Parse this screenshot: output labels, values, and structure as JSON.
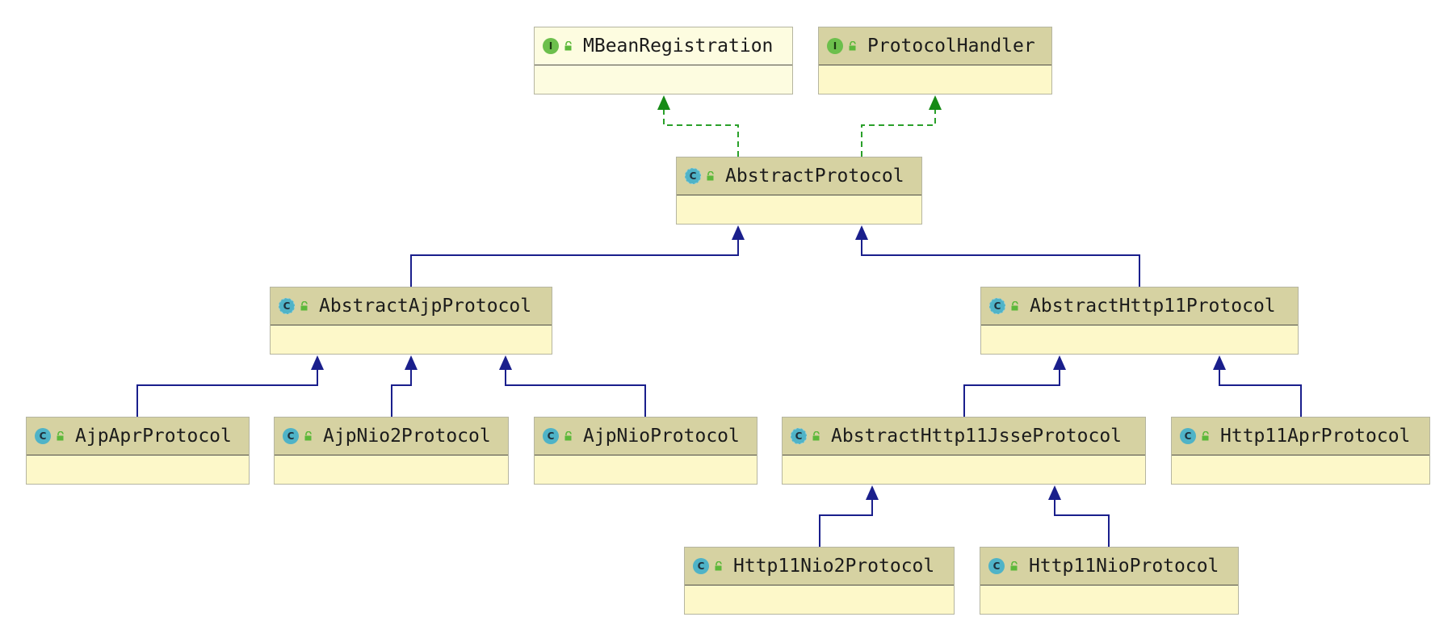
{
  "nodes": [
    {
      "id": "mbeanregistration",
      "label": "MBeanRegistration",
      "kind": "interface",
      "kind_letter": "I",
      "highlight": true
    },
    {
      "id": "protocolhandler",
      "label": "ProtocolHandler",
      "kind": "interface",
      "kind_letter": "I"
    },
    {
      "id": "abstractprotocol",
      "label": "AbstractProtocol",
      "kind": "abstract",
      "kind_letter": "C"
    },
    {
      "id": "abstractajpprotocol",
      "label": "AbstractAjpProtocol",
      "kind": "abstract",
      "kind_letter": "C"
    },
    {
      "id": "abstracthttp11protocol",
      "label": "AbstractHttp11Protocol",
      "kind": "abstract",
      "kind_letter": "C"
    },
    {
      "id": "ajpaprprotocol",
      "label": "AjpAprProtocol",
      "kind": "class",
      "kind_letter": "C"
    },
    {
      "id": "ajpnio2protocol",
      "label": "AjpNio2Protocol",
      "kind": "class",
      "kind_letter": "C"
    },
    {
      "id": "ajpnioprotocol",
      "label": "AjpNioProtocol",
      "kind": "class",
      "kind_letter": "C"
    },
    {
      "id": "abstracthttp11jsseprotocol",
      "label": "AbstractHttp11JsseProtocol",
      "kind": "abstract",
      "kind_letter": "C"
    },
    {
      "id": "http11aprprotocol",
      "label": "Http11AprProtocol",
      "kind": "class",
      "kind_letter": "C"
    },
    {
      "id": "http11nio2protocol",
      "label": "Http11Nio2Protocol",
      "kind": "class",
      "kind_letter": "C"
    },
    {
      "id": "http11nioprotocol",
      "label": "Http11NioProtocol",
      "kind": "class",
      "kind_letter": "C"
    }
  ],
  "edges": [
    {
      "from": "abstractprotocol",
      "to": "mbeanregistration",
      "type": "implements"
    },
    {
      "from": "abstractprotocol",
      "to": "protocolhandler",
      "type": "implements"
    },
    {
      "from": "abstractajpprotocol",
      "to": "abstractprotocol",
      "type": "extends"
    },
    {
      "from": "abstracthttp11protocol",
      "to": "abstractprotocol",
      "type": "extends"
    },
    {
      "from": "ajpaprprotocol",
      "to": "abstractajpprotocol",
      "type": "extends"
    },
    {
      "from": "ajpnio2protocol",
      "to": "abstractajpprotocol",
      "type": "extends"
    },
    {
      "from": "ajpnioprotocol",
      "to": "abstractajpprotocol",
      "type": "extends"
    },
    {
      "from": "abstracthttp11jsseprotocol",
      "to": "abstracthttp11protocol",
      "type": "extends"
    },
    {
      "from": "http11aprprotocol",
      "to": "abstracthttp11protocol",
      "type": "extends"
    },
    {
      "from": "http11nio2protocol",
      "to": "abstracthttp11jsseprotocol",
      "type": "extends"
    },
    {
      "from": "http11nioprotocol",
      "to": "abstracthttp11jsseprotocol",
      "type": "extends"
    }
  ],
  "colors": {
    "implements_edge": "#2aa02a",
    "implements_arrow": "#168a16",
    "extends_edge": "#1a1f8c",
    "header_fill": "#d6d2a2",
    "body_fill": "#fdf8c9",
    "highlight_fill": "#fdfce0",
    "class_icon": "#4fb3c7",
    "interface_icon": "#6cbf4c",
    "access_icon": "#5cb83a"
  },
  "icons": {
    "class": "class-c-icon",
    "interface": "interface-i-icon",
    "access": "public-access-icon"
  }
}
